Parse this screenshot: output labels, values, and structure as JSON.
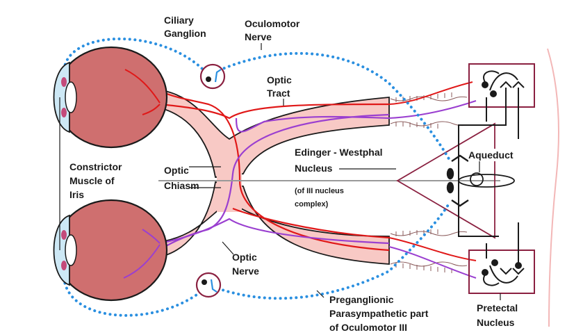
{
  "labels": {
    "ciliary_ganglion": [
      "Ciliary",
      "Ganglion"
    ],
    "oculomotor_nerve": [
      "Oculomotor",
      "Nerve"
    ],
    "optic_tract": [
      "Optic",
      "Tract"
    ],
    "constrictor_muscle": [
      "Constrictor",
      "Muscle of",
      "Iris"
    ],
    "optic_chiasm": [
      "Optic",
      "Chiasm"
    ],
    "edinger_westphal": [
      "Edinger - Westphal",
      "Nucleus"
    ],
    "iii_nucleus_complex": [
      "(of III nucleus",
      "complex)"
    ],
    "aqueduct": "Aqueduct",
    "optic_nerve": [
      "Optic",
      "Nerve"
    ],
    "preganglionic": [
      "Preganglionic",
      "Parasympathetic part",
      "of Oculomotor III"
    ],
    "pretectal_nucleus": [
      "Pretectal",
      "Nucleus"
    ]
  },
  "colors": {
    "pathway_fill": "#f8c9c5",
    "eyeball": "#cf6f6f",
    "red_fiber": "#e01818",
    "purple_fiber": "#9a3fd0",
    "parasympathetic_dotted": "#2a8fe0",
    "nucleus_box": "#8a2040",
    "midline": "#999999",
    "cornea": "#cde8f5",
    "lens": "#ffffff",
    "iris_muscle": "#c44a7a"
  }
}
